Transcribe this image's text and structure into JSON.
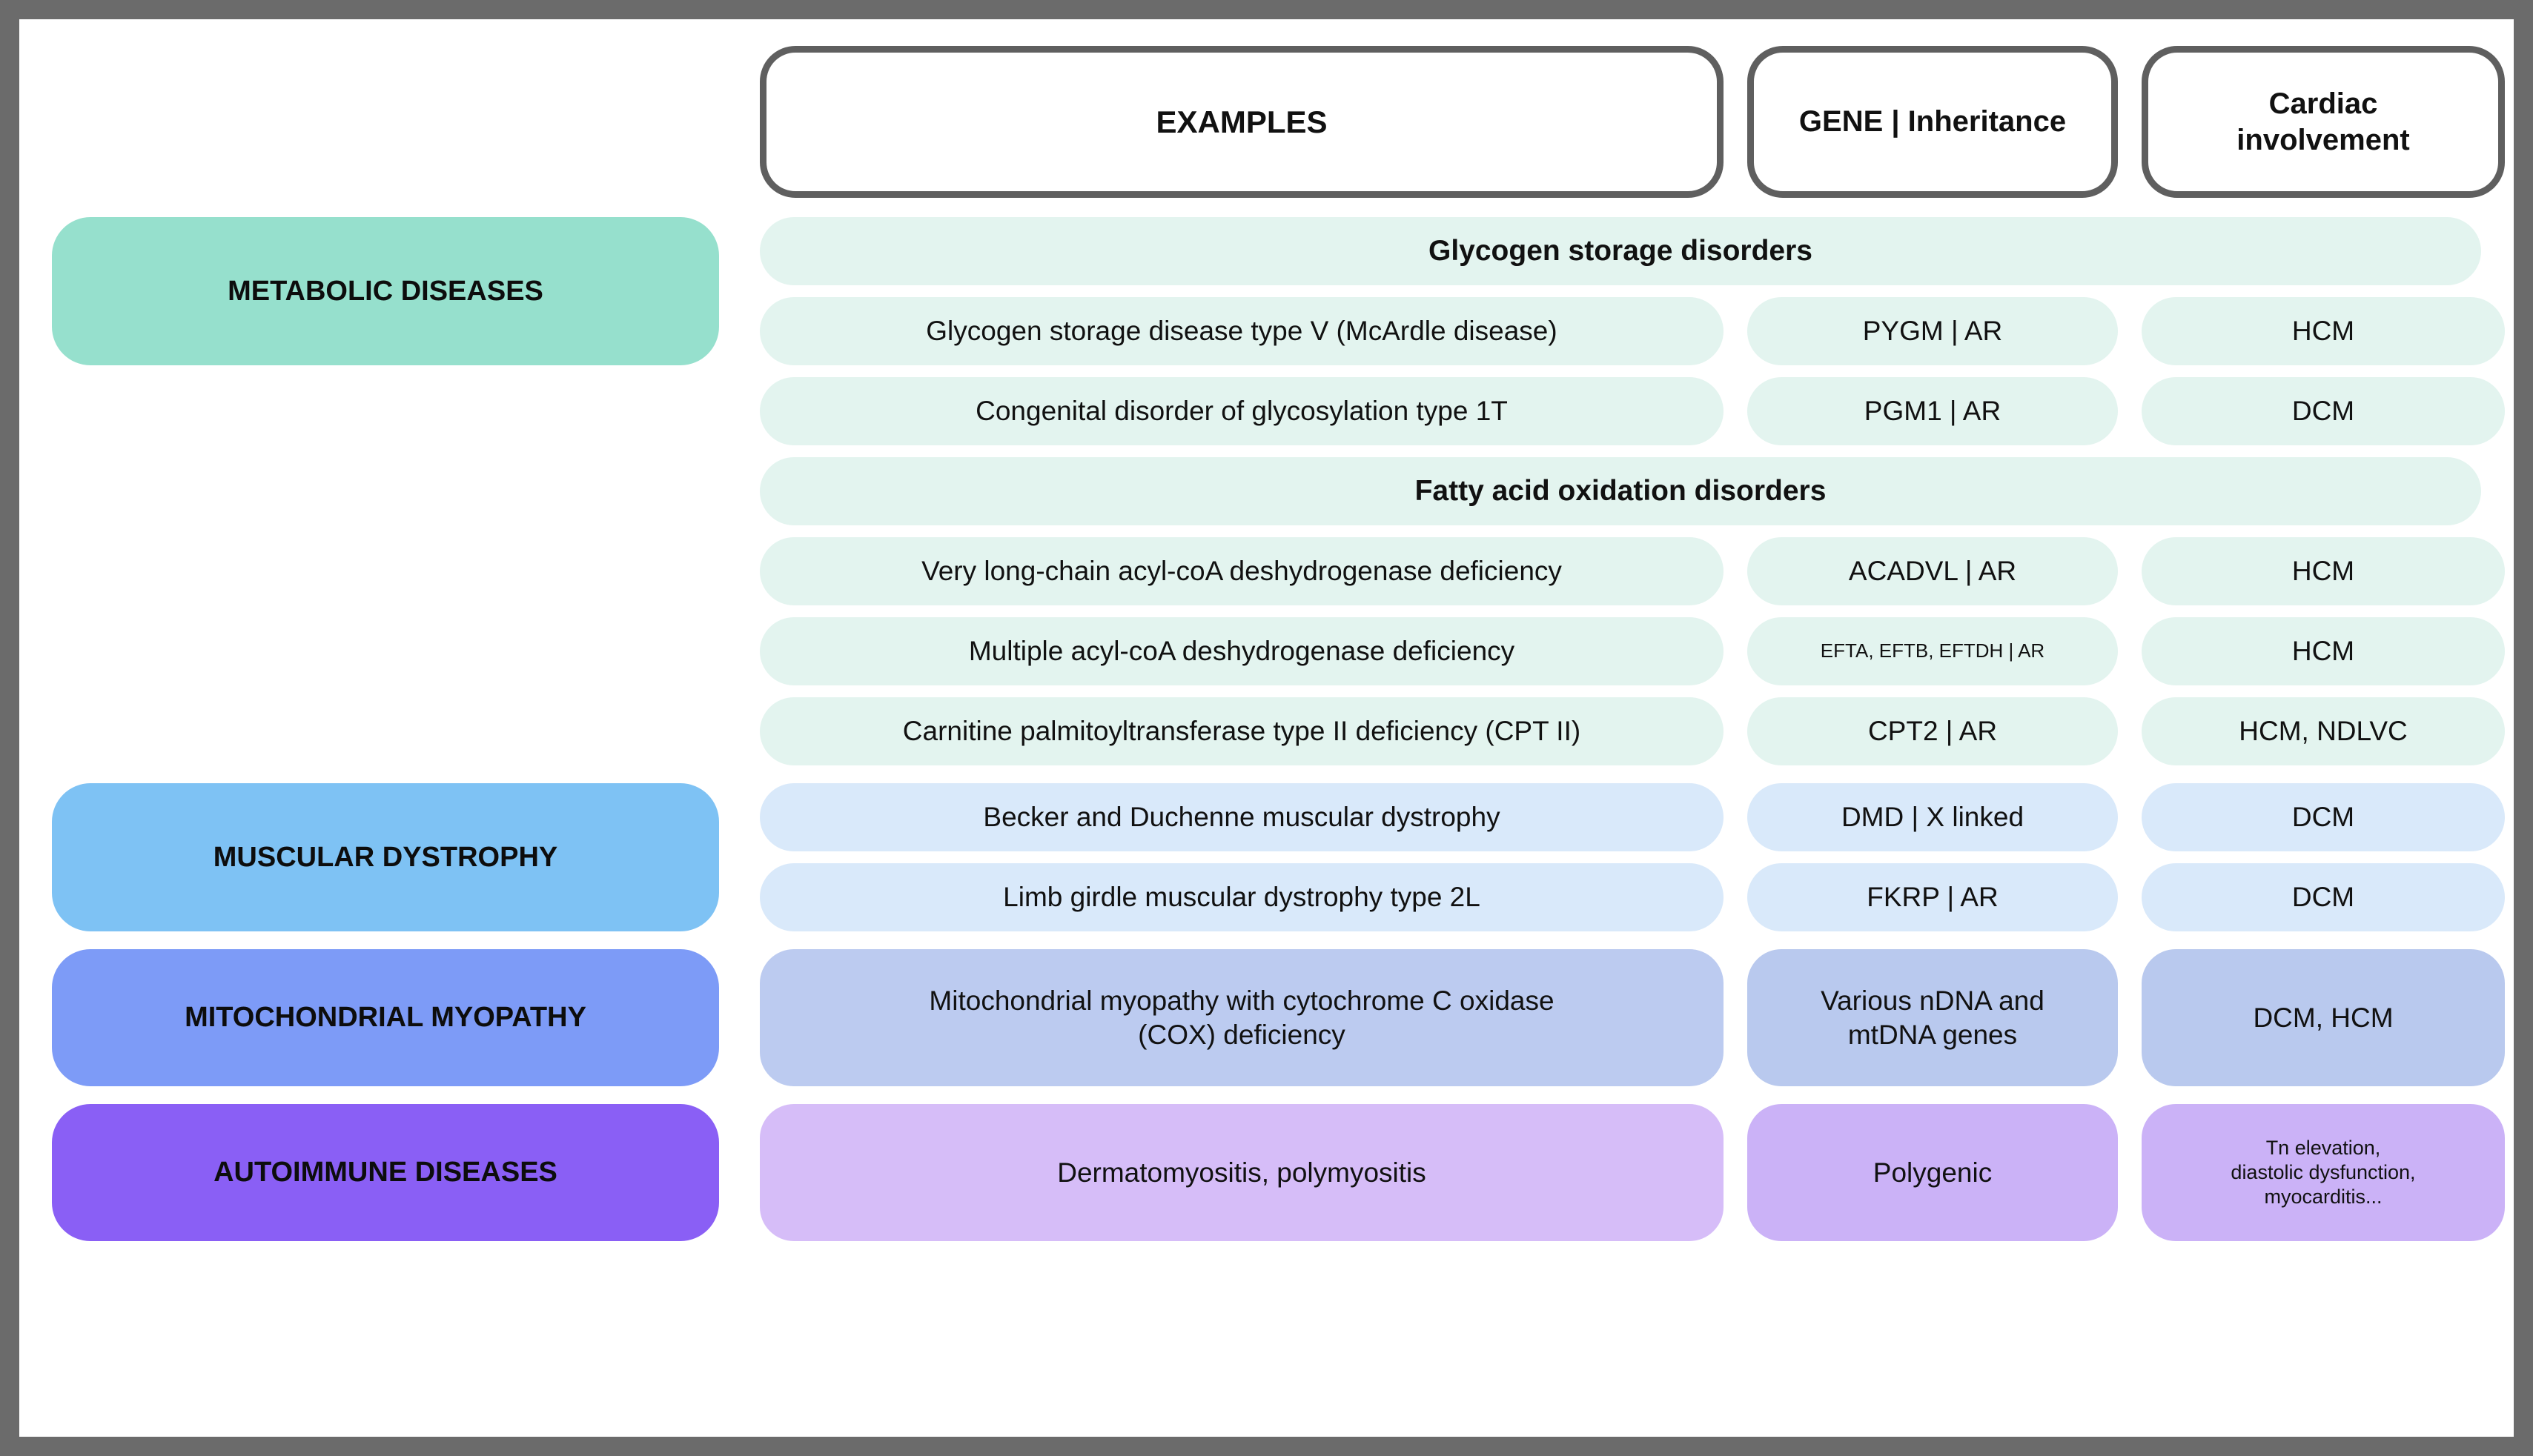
{
  "header": {
    "examples": "EXAMPLES",
    "gene": "GENE | Inheritance",
    "cardiac_line1": "Cardiac",
    "cardiac_line2": "involvement"
  },
  "colors": {
    "frame": "#6b6b6b",
    "header_border": "#5f5f5f",
    "metabolic_chip": "#96e0cd",
    "metabolic_cell": "#e3f4ef",
    "muscular_chip": "#7ec2f4",
    "muscular_cell": "#d9e9fa",
    "mitochondrial_chip": "#7d9bf7",
    "mitochondrial_cell": "#bccbf0",
    "autoimmune_chip": "#8a5ff5",
    "autoimmune_cell": "#d6bdf8"
  },
  "categories": {
    "metabolic": "METABOLIC DISEASES",
    "muscular": "MUSCULAR DYSTROPHY",
    "mitochondrial": "MITOCHONDRIAL MYOPATHY",
    "autoimmune": "AUTOIMMUNE DISEASES"
  },
  "sections": {
    "glycogen_band": "Glycogen storage disorders",
    "fatty_band": "Fatty acid oxidation disorders"
  },
  "rows": {
    "r1": {
      "example": "Glycogen storage disease type V (McArdle disease)",
      "gene": "PYGM | AR",
      "cardiac": "HCM"
    },
    "r2": {
      "example": "Congenital disorder of glycosylation type 1T",
      "gene": "PGM1 | AR",
      "cardiac": "DCM"
    },
    "r3": {
      "example": "Very long-chain acyl-coA deshydrogenase deficiency",
      "gene": "ACADVL | AR",
      "cardiac": "HCM"
    },
    "r4": {
      "example": "Multiple acyl-coA deshydrogenase deficiency",
      "gene": "EFTA, EFTB, EFTDH | AR",
      "cardiac": "HCM"
    },
    "r5": {
      "example": "Carnitine palmitoyltransferase type II deficiency (CPT II)",
      "gene": "CPT2 | AR",
      "cardiac": "HCM, NDLVC"
    },
    "r6": {
      "example": "Becker and Duchenne muscular dystrophy",
      "gene": "DMD | X linked",
      "cardiac": "DCM"
    },
    "r7": {
      "example": "Limb girdle muscular dystrophy type 2L",
      "gene": "FKRP | AR",
      "cardiac": "DCM"
    },
    "r8": {
      "example_line1": "Mitochondrial myopathy with cytochrome C oxidase",
      "example_line2": "(COX) deficiency",
      "gene_line1": "Various nDNA and",
      "gene_line2": "mtDNA genes",
      "cardiac": "DCM, HCM"
    },
    "r9": {
      "example": "Dermatomyositis, polymyositis",
      "gene": "Polygenic",
      "cardiac_line1": "Tn elevation,",
      "cardiac_line2": "diastolic dysfunction,",
      "cardiac_line3": "myocarditis..."
    }
  }
}
